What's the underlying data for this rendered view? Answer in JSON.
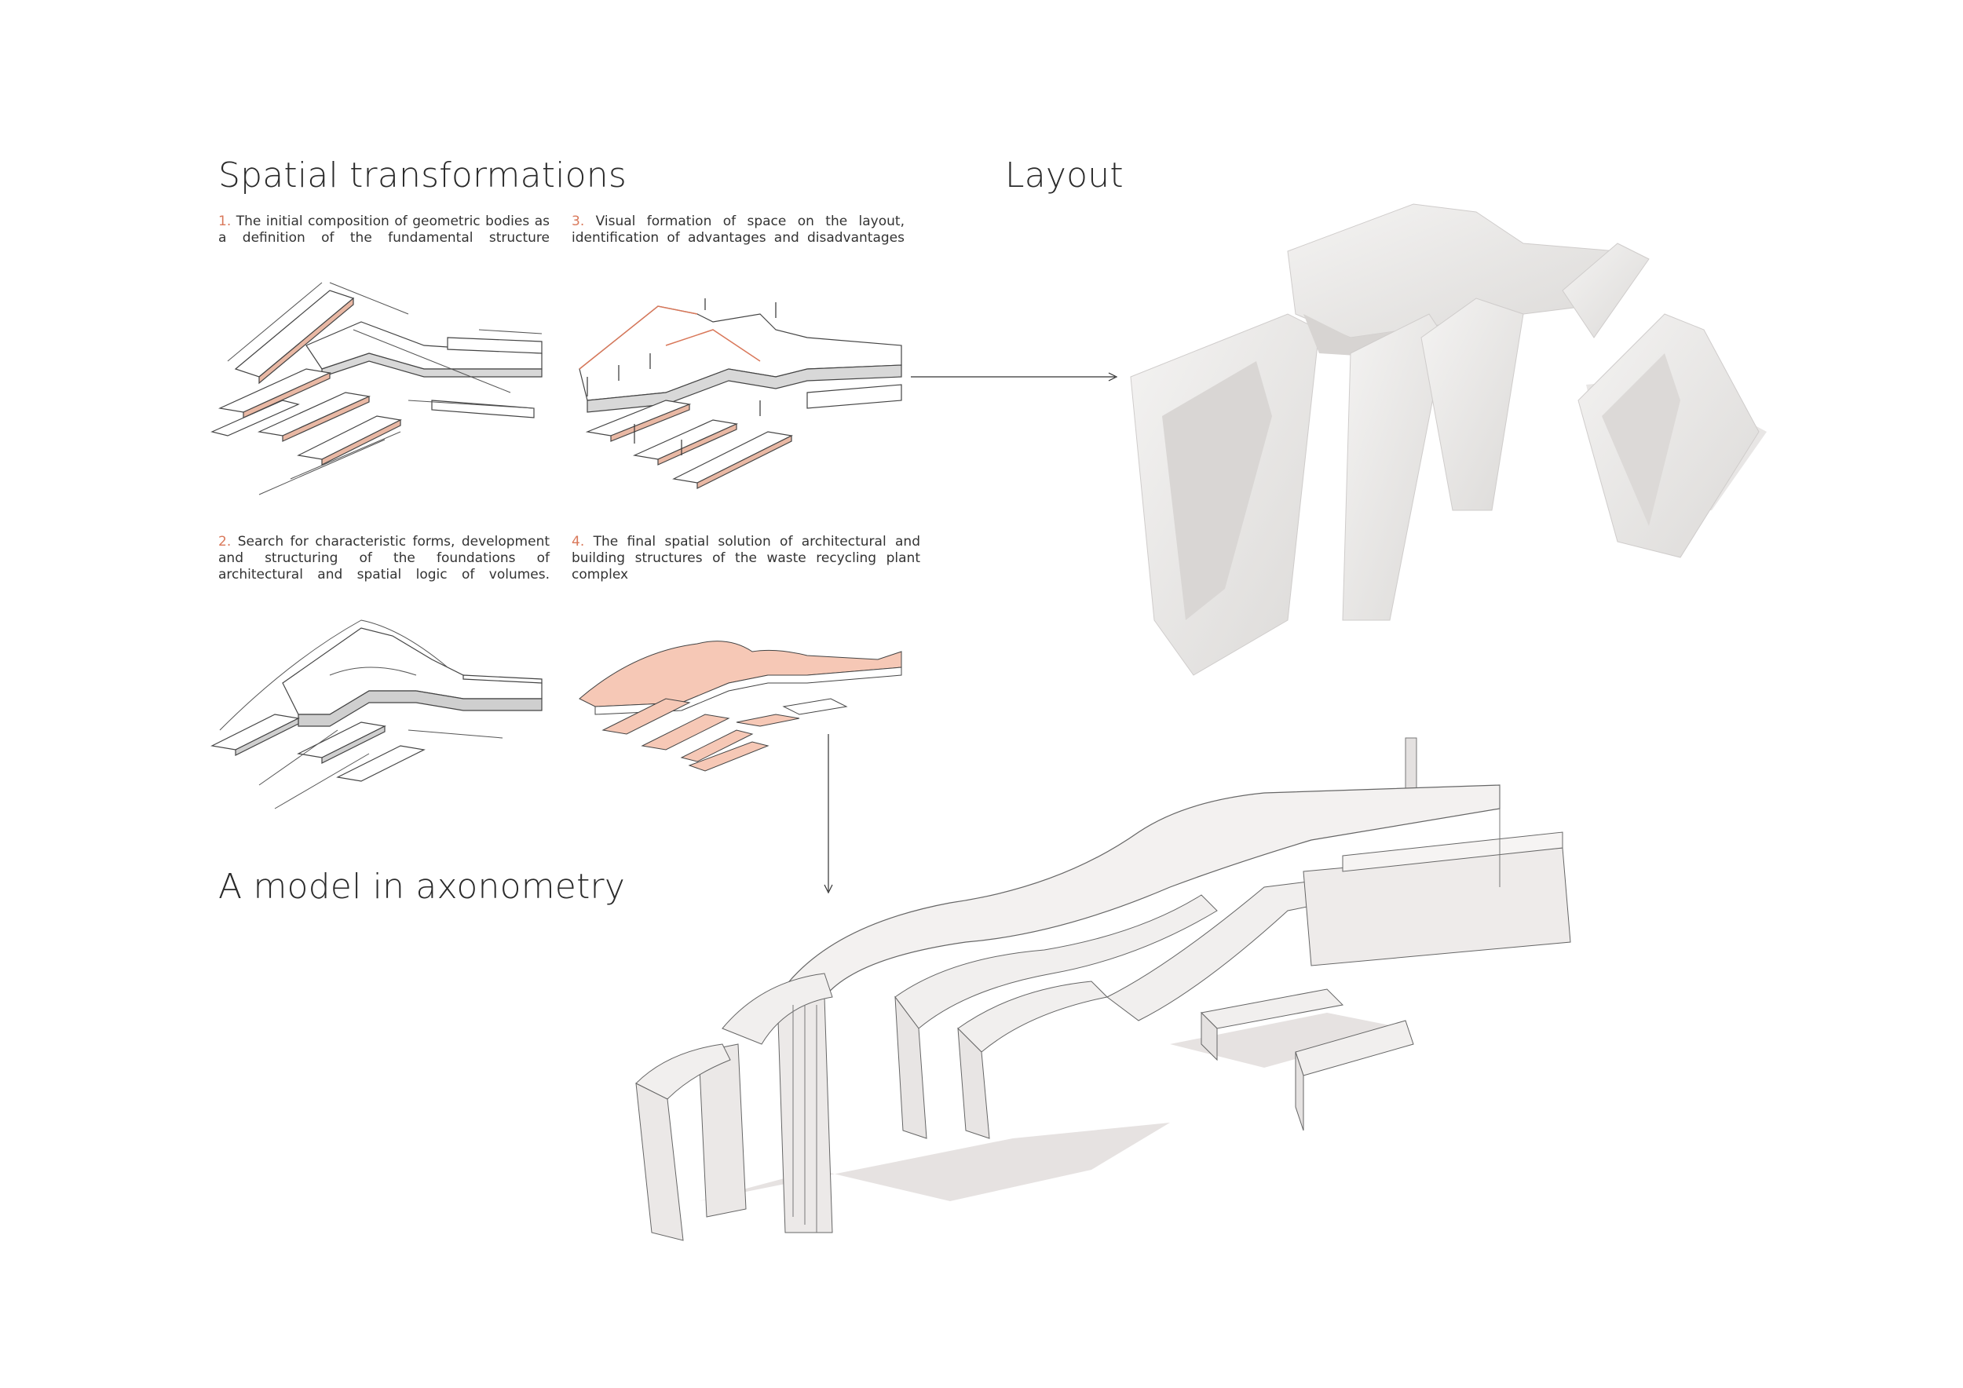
{
  "headings": {
    "spatial": "Spatial transformations",
    "layout": "Layout",
    "model": "A model in axonometry"
  },
  "steps": [
    {
      "num": "1.",
      "text": "The initial composition of geometric bodies as a definition of the fundamental structure"
    },
    {
      "num": "2.",
      "text": "Search for characteristic forms, development and structuring of the foundations of architectural and spatial logic of volumes."
    },
    {
      "num": "3.",
      "text": "Visual formation of space on the layout, identification of advantages and disadvantages"
    },
    {
      "num": "4.",
      "text": "The final spatial solution of architectural and building structures of the waste recycling plant complex"
    }
  ],
  "colors": {
    "accent": "#d9785a",
    "peach": "#f6c8b6",
    "line": "#444444",
    "model_white": "#f1efee",
    "model_shadow": "#dcd8d7"
  }
}
